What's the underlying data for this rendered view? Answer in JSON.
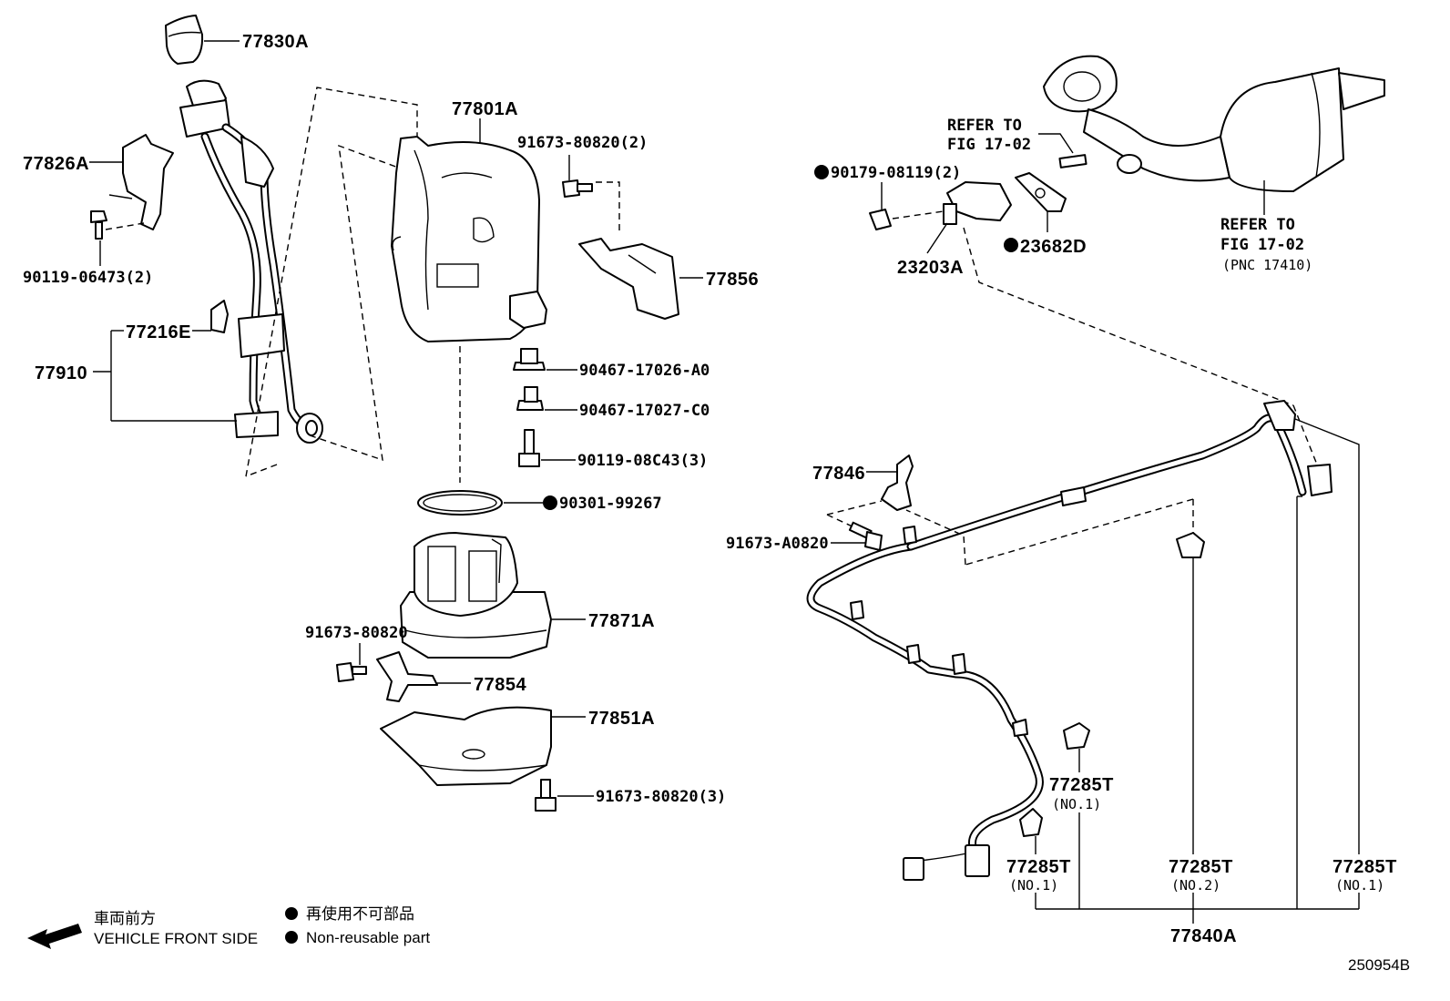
{
  "labels": {
    "p77830A": "77830A",
    "p77801A": "77801A",
    "p91673_80820_2": "91673-80820(2)",
    "p77826A": "77826A",
    "p90119_06473": "90119-06473(2)",
    "p77856": "77856",
    "p77216E": "77216E",
    "p77910": "77910",
    "p90467_A0": "90467-17026-A0",
    "p90467_C0": "90467-17027-C0",
    "p90119_08C43": "90119-08C43(3)",
    "p90301": "90301-99267",
    "p77871A": "77871A",
    "p91673_80820": "91673-80820",
    "p77854": "77854",
    "p77851A": "77851A",
    "p91673_80820_3": "91673-80820(3)",
    "refer1_a": "REFER TO",
    "refer1_b": "FIG 17-02",
    "p90179": "90179-08119(2)",
    "p23682D": "23682D",
    "p23203A": "23203A",
    "refer2_a": "REFER TO",
    "refer2_b": "FIG 17-02",
    "refer2_c": "(PNC 17410)",
    "p77846": "77846",
    "p91673_A0820": "91673-A0820",
    "p77285T_a": "77285T",
    "no1_a": "(NO.1)",
    "p77285T_b": "77285T",
    "no1_b": "(NO.1)",
    "p77285T_c": "77285T",
    "no2_c": "(NO.2)",
    "p77285T_d": "77285T",
    "no1_d": "(NO.1)",
    "p77840A": "77840A"
  },
  "legend": {
    "front_jp": "車両前方",
    "front_en": "VEHICLE FRONT SIDE",
    "nonreuse_jp": "再使用不可部品",
    "nonreuse_en": "Non-reusable part"
  },
  "figure_id": "250954B"
}
